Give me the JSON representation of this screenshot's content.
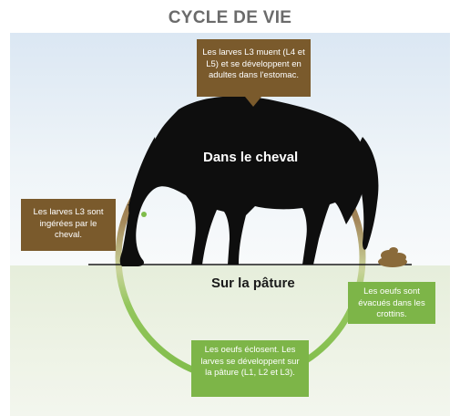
{
  "title": "CYCLE DE VIE",
  "labels": {
    "inside": "Dans le cheval",
    "pasture": "Sur la pâture"
  },
  "boxes": {
    "top": "Les larves L3 muent (L4 et L5) et se développent en adultes dans l'estomac.",
    "left": "Les larves L3 sont ingérées par le cheval.",
    "right": "Les oeufs sont évacués dans les crottins.",
    "bottom": "Les oeufs éclosent. Les larves se développent sur la pâture (L1, L2 et L3)."
  },
  "colors": {
    "brown_box": "#7a5a2c",
    "green_box": "#7db548",
    "horse": "#0e0e0e",
    "arc_brown": "#8a6a3c",
    "arc_green": "#8fc45a",
    "title": "#6b6b6b"
  }
}
